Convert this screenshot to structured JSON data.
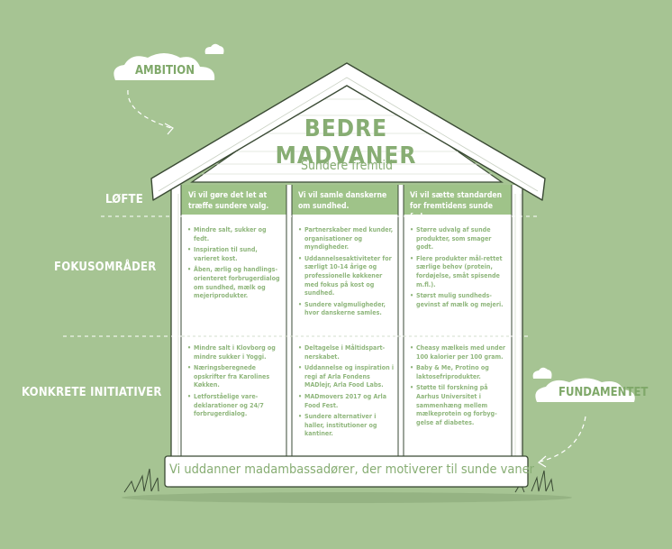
{
  "title": "BEDRE MADVANER",
  "subtitle": "Sundere fremtid",
  "ambition_label": "AMBITION",
  "fundament_label": "FUNDAMENTET",
  "row_labels": {
    "loefte": "LØFTE",
    "fokus": "FOKUSOMRÅDER",
    "initiativer": "KONKRETE INITIATIVER"
  },
  "columns": [
    {
      "heading": "Vi vil gøre det let at træffe sundere valg.",
      "fokus": [
        "Mindre salt, sukker og fedt.",
        "Inspiration til sund, varieret kost.",
        "Åben, ærlig og handlings-orienteret forbrugerdialog om sundhed, mælk og mejeriprodukter."
      ],
      "initiativer": [
        "Mindre salt i Klovborg og mindre sukker i Yoggi.",
        "Næringsberegnede opskrifter fra Karolines Køkken.",
        "Letforståelige vare-deklarationer og 24/7 forbrugerdialog."
      ]
    },
    {
      "heading": "Vi vil samle danskerne om sundhed.",
      "fokus": [
        "Partnerskaber med kunder, organisationer og myndigheder.",
        "Uddannelsesaktiviteter for særligt 10-14 årige og professionelle køkkener med fokus på kost og sundhed.",
        "Sundere valgmuligheder, hvor danskerne samles."
      ],
      "initiativer": [
        "Deltagelse i Måltidspart-nerskabet.",
        "Uddannelse og inspiration i regi af Arla Fondens MADlejr, Arla Food Labs.",
        "MADmovers 2017 og Arla Food Fest.",
        "Sundere alternativer i haller, institutioner og kantiner."
      ]
    },
    {
      "heading": "Vi vil sætte standarden for fremtidens sunde fødevarer.",
      "fokus": [
        "Større udvalg af sunde produkter, som smager godt.",
        "Flere produkter mål-rettet særlige behov (protein, fordøjelse, småt spisende m.fl.).",
        "Størst mulig sundheds-gevinst af mælk og mejeri."
      ],
      "initiativer": [
        "Cheasy mælkeis med under 100 kalorier per 100 gram.",
        "Baby & Me, Protino og laktosefriprodukter.",
        "Støtte til forskning på Aarhus Universitet i sammenhæng mellem mælkeprotein og forbyg-gelse af diabetes."
      ]
    }
  ],
  "base_text": "Vi uddanner madambassadører, der motiverer til sunde vaner",
  "colors": {
    "background": "#a6c493",
    "white": "#ffffff",
    "header_green": "#9fc389",
    "text_green": "#87ad73",
    "outline": "#3a4a34"
  }
}
